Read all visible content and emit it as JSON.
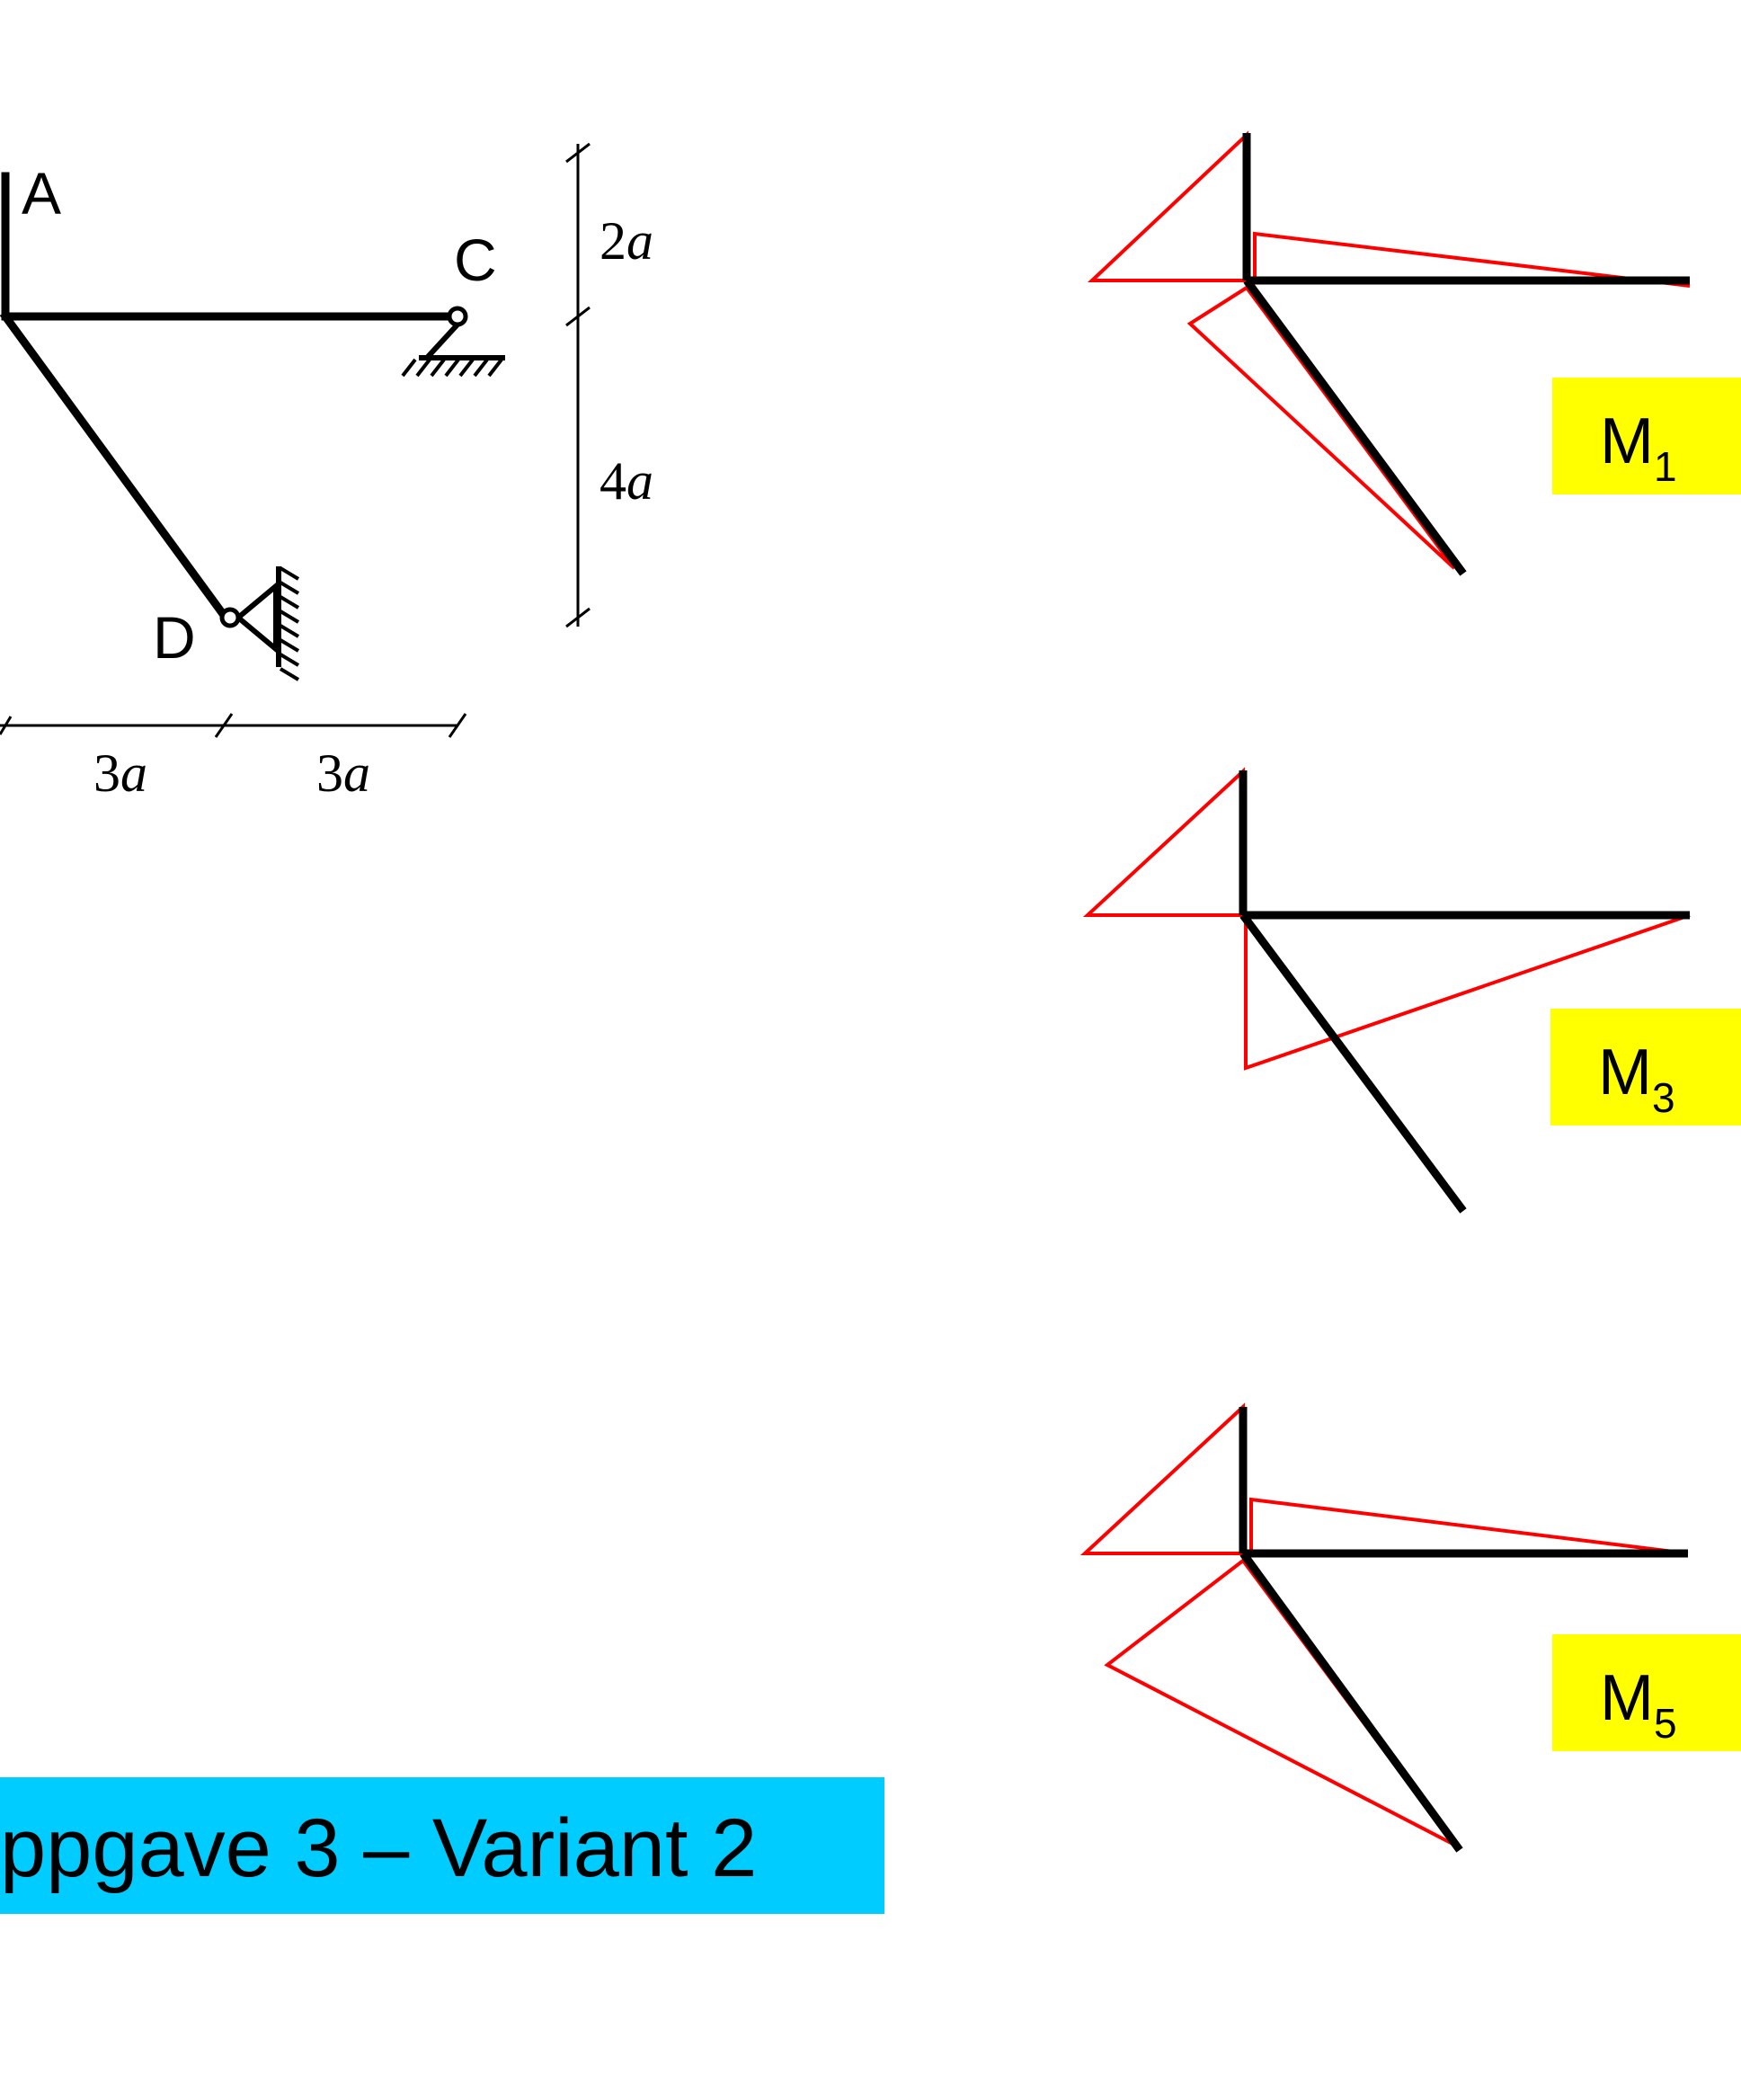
{
  "structure": {
    "node_a": "A",
    "node_c": "C",
    "node_d": "D",
    "dim_top": {
      "num": "2",
      "var": "a"
    },
    "dim_right": {
      "num": "4",
      "var": "a"
    },
    "dim_bottom_left": {
      "num": "3",
      "var": "a"
    },
    "dim_bottom_right": {
      "num": "3",
      "var": "a"
    }
  },
  "diagrams": [
    {
      "label": "M",
      "subscript": "1"
    },
    {
      "label": "M",
      "subscript": "3"
    },
    {
      "label": "M",
      "subscript": "5"
    }
  ],
  "title": "ppgave 3 – Variant 2",
  "colors": {
    "frame": "#000000",
    "moment": "#ff0000",
    "label_bg": "#ffff00",
    "title_bg": "#00ccff"
  }
}
